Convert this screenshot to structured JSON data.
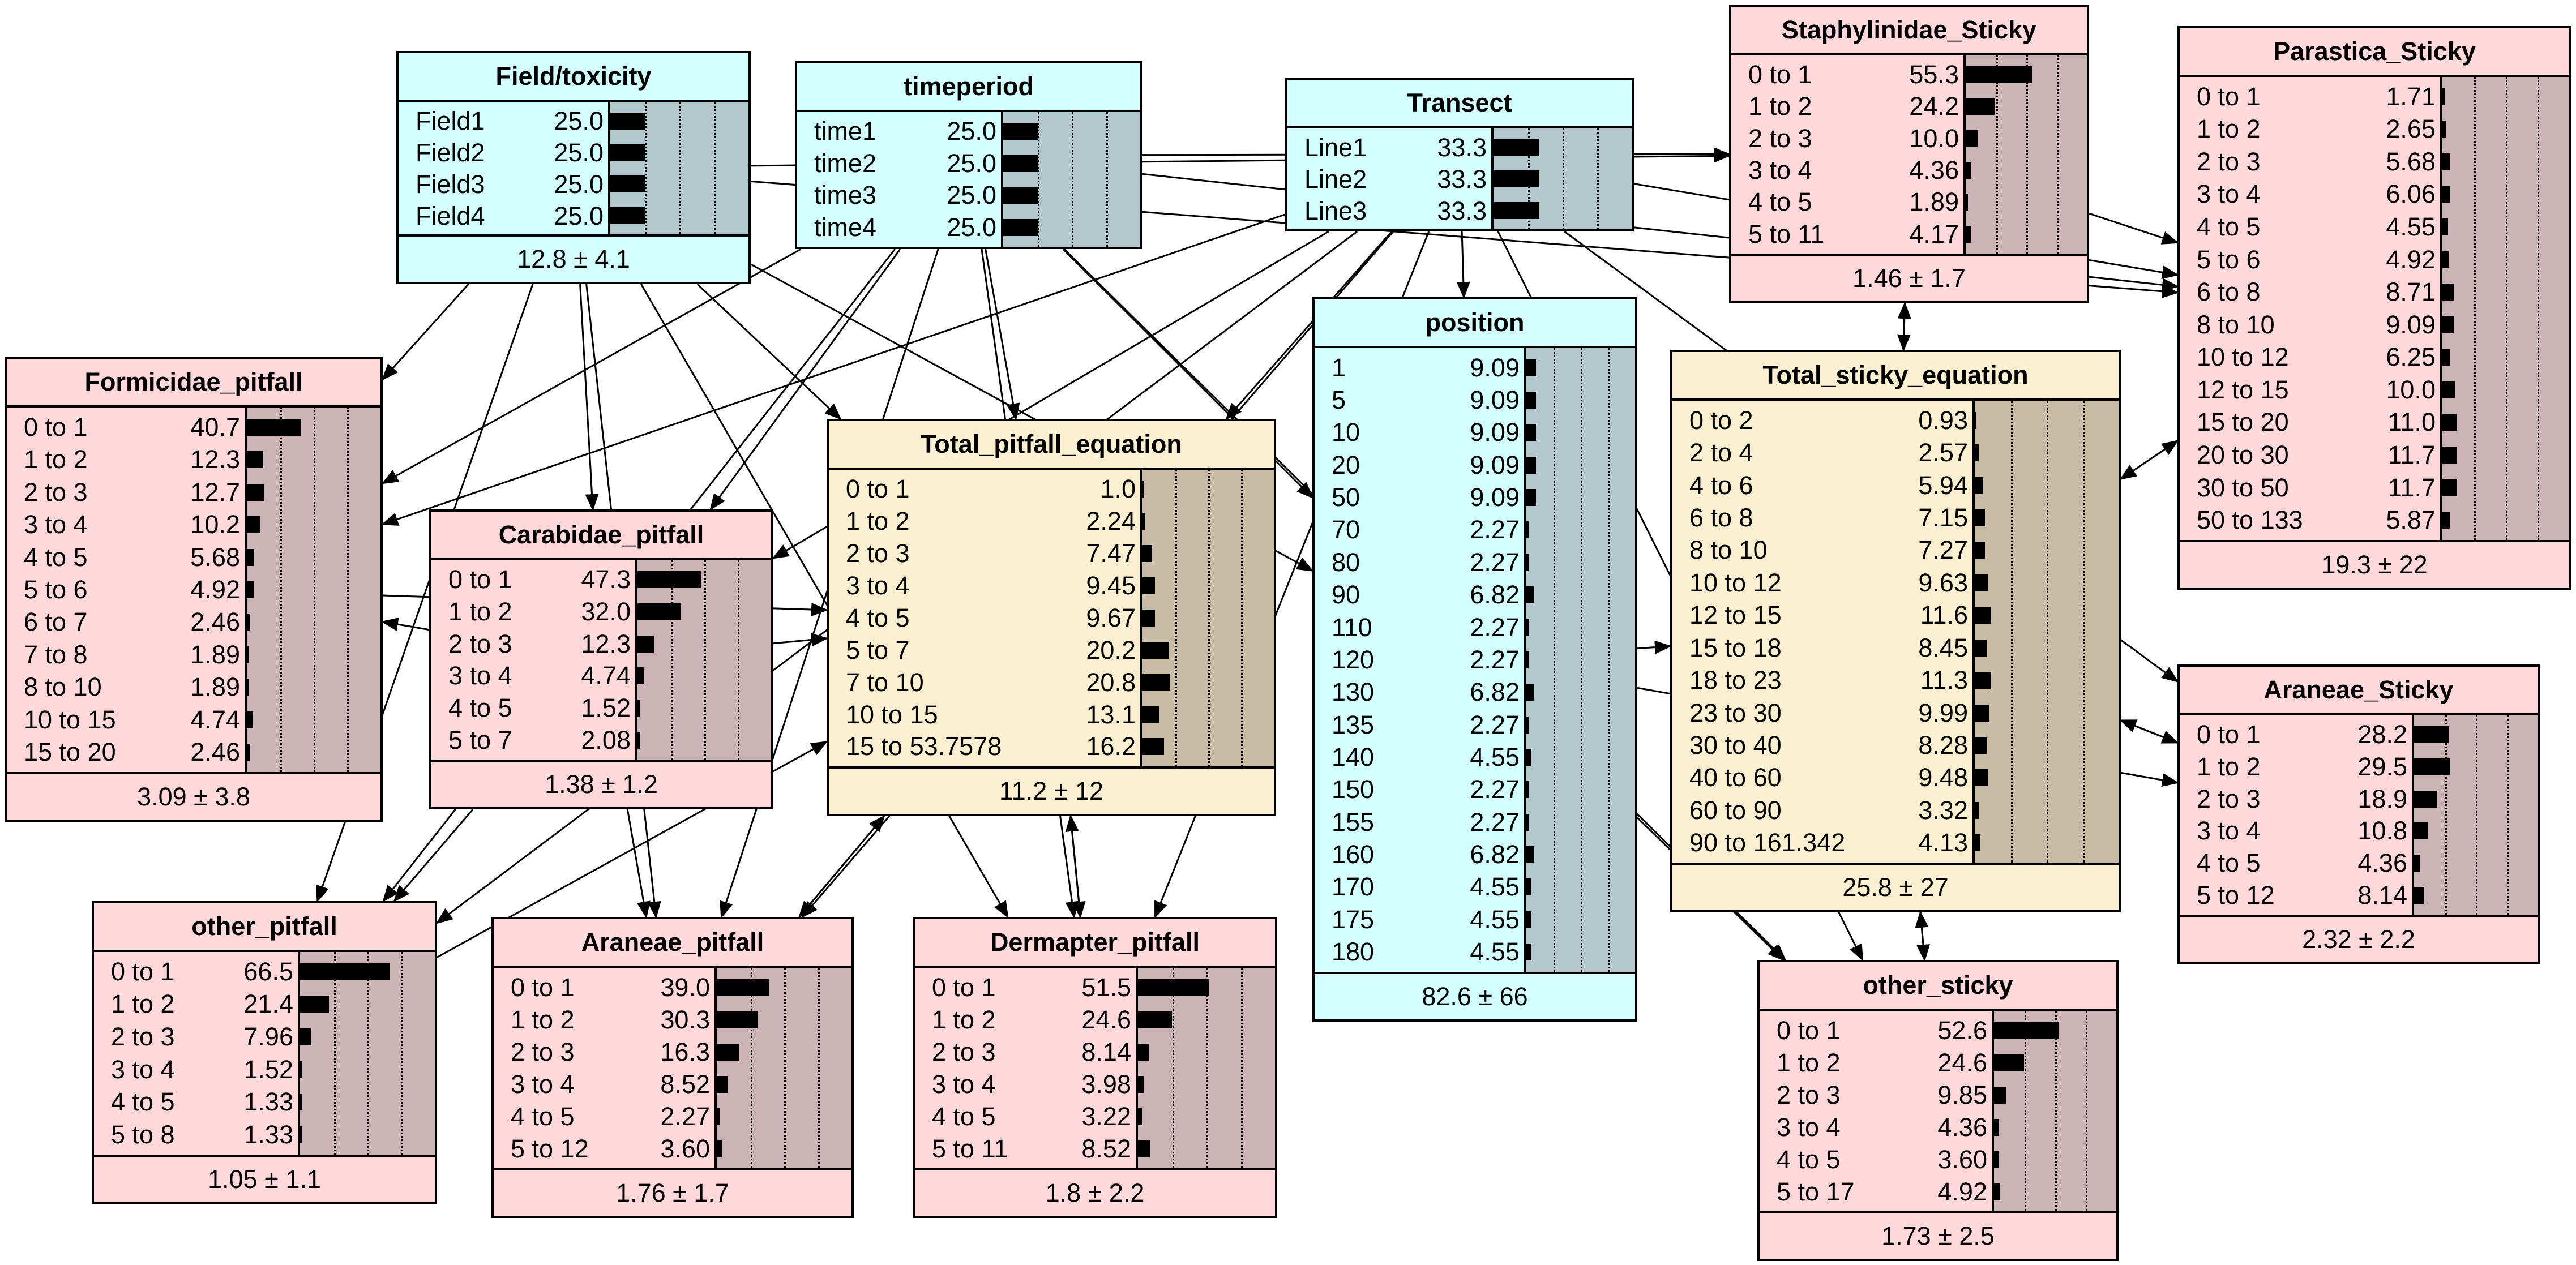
{
  "nodes": [
    {
      "id": "field",
      "title": "Field/toxicity",
      "color": "blue",
      "footer": "12.8 ± 4.1",
      "states": [
        {
          "label": "Field1",
          "value": "25.0"
        },
        {
          "label": "Field2",
          "value": "25.0"
        },
        {
          "label": "Field3",
          "value": "25.0"
        },
        {
          "label": "Field4",
          "value": "25.0"
        }
      ]
    },
    {
      "id": "timeperiod",
      "title": "timeperiod",
      "color": "blue",
      "footer": "",
      "states": [
        {
          "label": "time1",
          "value": "25.0"
        },
        {
          "label": "time2",
          "value": "25.0"
        },
        {
          "label": "time3",
          "value": "25.0"
        },
        {
          "label": "time4",
          "value": "25.0"
        }
      ]
    },
    {
      "id": "transect",
      "title": "Transect",
      "color": "blue",
      "footer": "",
      "states": [
        {
          "label": "Line1",
          "value": "33.3"
        },
        {
          "label": "Line2",
          "value": "33.3"
        },
        {
          "label": "Line3",
          "value": "33.3"
        }
      ]
    },
    {
      "id": "staphylinidae",
      "title": "Staphylinidae_Sticky",
      "color": "pink",
      "footer": "1.46 ± 1.7",
      "states": [
        {
          "label": "0 to 1",
          "value": "55.3"
        },
        {
          "label": "1 to 2",
          "value": "24.2"
        },
        {
          "label": "2 to 3",
          "value": "10.0"
        },
        {
          "label": "3 to 4",
          "value": "4.36"
        },
        {
          "label": "4 to 5",
          "value": "1.89"
        },
        {
          "label": "5 to 11",
          "value": "4.17"
        }
      ]
    },
    {
      "id": "parastica",
      "title": "Parastica_Sticky",
      "color": "pink",
      "footer": "19.3 ± 22",
      "states": [
        {
          "label": "0 to 1",
          "value": "1.71"
        },
        {
          "label": "1 to 2",
          "value": "2.65"
        },
        {
          "label": "2 to 3",
          "value": "5.68"
        },
        {
          "label": "3 to 4",
          "value": "6.06"
        },
        {
          "label": "4 to 5",
          "value": "4.55"
        },
        {
          "label": "5 to 6",
          "value": "4.92"
        },
        {
          "label": "6 to 8",
          "value": "8.71"
        },
        {
          "label": "8 to 10",
          "value": "9.09"
        },
        {
          "label": "10 to 12",
          "value": "6.25"
        },
        {
          "label": "12 to 15",
          "value": "10.0"
        },
        {
          "label": "15 to 20",
          "value": "11.0"
        },
        {
          "label": "20 to 30",
          "value": "11.7"
        },
        {
          "label": "30 to 50",
          "value": "11.7"
        },
        {
          "label": "50 to 133",
          "value": "5.87"
        }
      ]
    },
    {
      "id": "formicidae",
      "title": "Formicidae_pitfall",
      "color": "pink",
      "footer": "3.09 ± 3.8",
      "states": [
        {
          "label": "0 to 1",
          "value": "40.7"
        },
        {
          "label": "1 to 2",
          "value": "12.3"
        },
        {
          "label": "2 to 3",
          "value": "12.7"
        },
        {
          "label": "3 to 4",
          "value": "10.2"
        },
        {
          "label": "4 to 5",
          "value": "5.68"
        },
        {
          "label": "5 to 6",
          "value": "4.92"
        },
        {
          "label": "6 to 7",
          "value": "2.46"
        },
        {
          "label": "7 to 8",
          "value": "1.89"
        },
        {
          "label": "8 to 10",
          "value": "1.89"
        },
        {
          "label": "10 to 15",
          "value": "4.74"
        },
        {
          "label": "15 to 20",
          "value": "2.46"
        }
      ]
    },
    {
      "id": "carabidae",
      "title": "Carabidae_pitfall",
      "color": "pink",
      "footer": "1.38 ± 1.2",
      "states": [
        {
          "label": "0 to 1",
          "value": "47.3"
        },
        {
          "label": "1 to 2",
          "value": "32.0"
        },
        {
          "label": "2 to 3",
          "value": "12.3"
        },
        {
          "label": "3 to 4",
          "value": "4.74"
        },
        {
          "label": "4 to 5",
          "value": "1.52"
        },
        {
          "label": "5 to 7",
          "value": "2.08"
        }
      ]
    },
    {
      "id": "totalpitfall",
      "title": "Total_pitfall_equation",
      "color": "yellow",
      "footer": "11.2 ± 12",
      "states": [
        {
          "label": "0 to 1",
          "value": "1.0"
        },
        {
          "label": "1 to 2",
          "value": "2.24"
        },
        {
          "label": "2 to 3",
          "value": "7.47"
        },
        {
          "label": "3 to 4",
          "value": "9.45"
        },
        {
          "label": "4 to 5",
          "value": "9.67"
        },
        {
          "label": "5 to 7",
          "value": "20.2"
        },
        {
          "label": "7 to 10",
          "value": "20.8"
        },
        {
          "label": "10 to 15",
          "value": "13.1"
        },
        {
          "label": "15 to 53.7578",
          "value": "16.2"
        }
      ]
    },
    {
      "id": "position",
      "title": "position",
      "color": "blue",
      "footer": "82.6 ± 66",
      "states": [
        {
          "label": "1",
          "value": "9.09"
        },
        {
          "label": "5",
          "value": "9.09"
        },
        {
          "label": "10",
          "value": "9.09"
        },
        {
          "label": "20",
          "value": "9.09"
        },
        {
          "label": "50",
          "value": "9.09"
        },
        {
          "label": "70",
          "value": "2.27"
        },
        {
          "label": "80",
          "value": "2.27"
        },
        {
          "label": "90",
          "value": "6.82"
        },
        {
          "label": "110",
          "value": "2.27"
        },
        {
          "label": "120",
          "value": "2.27"
        },
        {
          "label": "130",
          "value": "6.82"
        },
        {
          "label": "135",
          "value": "2.27"
        },
        {
          "label": "140",
          "value": "4.55"
        },
        {
          "label": "150",
          "value": "2.27"
        },
        {
          "label": "155",
          "value": "2.27"
        },
        {
          "label": "160",
          "value": "6.82"
        },
        {
          "label": "170",
          "value": "4.55"
        },
        {
          "label": "175",
          "value": "4.55"
        },
        {
          "label": "180",
          "value": "4.55"
        }
      ]
    },
    {
      "id": "totalsticky",
      "title": "Total_sticky_equation",
      "color": "yellow",
      "footer": "25.8 ± 27",
      "states": [
        {
          "label": "0 to 2",
          "value": "0.93"
        },
        {
          "label": "2 to 4",
          "value": "2.57"
        },
        {
          "label": "4 to 6",
          "value": "5.94"
        },
        {
          "label": "6 to 8",
          "value": "7.15"
        },
        {
          "label": "8 to 10",
          "value": "7.27"
        },
        {
          "label": "10 to 12",
          "value": "9.63"
        },
        {
          "label": "12 to 15",
          "value": "11.6"
        },
        {
          "label": "15 to 18",
          "value": "8.45"
        },
        {
          "label": "18 to 23",
          "value": "11.3"
        },
        {
          "label": "23 to 30",
          "value": "9.99"
        },
        {
          "label": "30 to 40",
          "value": "8.28"
        },
        {
          "label": "40 to 60",
          "value": "9.48"
        },
        {
          "label": "60 to 90",
          "value": "3.32"
        },
        {
          "label": "90 to 161.342",
          "value": "4.13"
        }
      ]
    },
    {
      "id": "araneaesticky",
      "title": "Araneae_Sticky",
      "color": "pink",
      "footer": "2.32 ± 2.2",
      "states": [
        {
          "label": "0 to 1",
          "value": "28.2"
        },
        {
          "label": "1 to 2",
          "value": "29.5"
        },
        {
          "label": "2 to 3",
          "value": "18.9"
        },
        {
          "label": "3 to 4",
          "value": "10.8"
        },
        {
          "label": "4 to 5",
          "value": "4.36"
        },
        {
          "label": "5 to 12",
          "value": "8.14"
        }
      ]
    },
    {
      "id": "otherpitfall",
      "title": "other_pitfall",
      "color": "pink",
      "footer": "1.05 ± 1.1",
      "states": [
        {
          "label": "0 to 1",
          "value": "66.5"
        },
        {
          "label": "1 to 2",
          "value": "21.4"
        },
        {
          "label": "2 to 3",
          "value": "7.96"
        },
        {
          "label": "3 to 4",
          "value": "1.52"
        },
        {
          "label": "4 to 5",
          "value": "1.33"
        },
        {
          "label": "5 to 8",
          "value": "1.33"
        }
      ]
    },
    {
      "id": "araneaepitfall",
      "title": "Araneae_pitfall",
      "color": "pink",
      "footer": "1.76 ± 1.7",
      "states": [
        {
          "label": "0 to 1",
          "value": "39.0"
        },
        {
          "label": "1 to 2",
          "value": "30.3"
        },
        {
          "label": "2 to 3",
          "value": "16.3"
        },
        {
          "label": "3 to 4",
          "value": "8.52"
        },
        {
          "label": "4 to 5",
          "value": "2.27"
        },
        {
          "label": "5 to 12",
          "value": "3.60"
        }
      ]
    },
    {
      "id": "dermapter",
      "title": "Dermapter_pitfall",
      "color": "pink",
      "footer": "1.8 ± 2.2",
      "states": [
        {
          "label": "0 to 1",
          "value": "51.5"
        },
        {
          "label": "1 to 2",
          "value": "24.6"
        },
        {
          "label": "2 to 3",
          "value": "8.14"
        },
        {
          "label": "3 to 4",
          "value": "3.98"
        },
        {
          "label": "4 to 5",
          "value": "3.22"
        },
        {
          "label": "5 to 11",
          "value": "8.52"
        }
      ]
    },
    {
      "id": "othersticky",
      "title": "other_sticky",
      "color": "pink",
      "footer": "1.73 ± 2.5",
      "states": [
        {
          "label": "0 to 1",
          "value": "52.6"
        },
        {
          "label": "1 to 2",
          "value": "24.6"
        },
        {
          "label": "2 to 3",
          "value": "9.85"
        },
        {
          "label": "3 to 4",
          "value": "4.36"
        },
        {
          "label": "4 to 5",
          "value": "3.60"
        },
        {
          "label": "5 to 17",
          "value": "4.92"
        }
      ]
    }
  ],
  "edges": [
    [
      "field",
      "formicidae"
    ],
    [
      "field",
      "carabidae"
    ],
    [
      "field",
      "otherpitfall"
    ],
    [
      "field",
      "araneaepitfall"
    ],
    [
      "field",
      "dermapter"
    ],
    [
      "field",
      "totalpitfall"
    ],
    [
      "field",
      "staphylinidae"
    ],
    [
      "field",
      "parastica"
    ],
    [
      "field",
      "position"
    ],
    [
      "timeperiod",
      "formicidae"
    ],
    [
      "timeperiod",
      "carabidae"
    ],
    [
      "timeperiod",
      "totalpitfall"
    ],
    [
      "timeperiod",
      "otherpitfall"
    ],
    [
      "timeperiod",
      "araneaepitfall"
    ],
    [
      "timeperiod",
      "dermapter"
    ],
    [
      "timeperiod",
      "staphylinidae"
    ],
    [
      "timeperiod",
      "parastica"
    ],
    [
      "timeperiod",
      "position"
    ],
    [
      "timeperiod",
      "othersticky"
    ],
    [
      "transect",
      "staphylinidae"
    ],
    [
      "transect",
      "parastica"
    ],
    [
      "transect",
      "totalpitfall"
    ],
    [
      "transect",
      "carabidae"
    ],
    [
      "transect",
      "formicidae"
    ],
    [
      "transect",
      "araneaesticky"
    ],
    [
      "transect",
      "othersticky"
    ],
    [
      "transect",
      "dermapter"
    ],
    [
      "transect",
      "araneaepitfall"
    ],
    [
      "transect",
      "otherpitfall"
    ],
    [
      "transect",
      "position"
    ],
    [
      "position",
      "othersticky"
    ],
    [
      "position",
      "totalsticky"
    ],
    [
      "position",
      "araneaesticky"
    ],
    [
      "carabidae",
      "formicidae"
    ],
    [
      "carabidae",
      "totalpitfall"
    ],
    [
      "carabidae",
      "araneaepitfall"
    ],
    [
      "carabidae",
      "otherpitfall"
    ],
    [
      "formicidae",
      "totalpitfall"
    ],
    [
      "otherpitfall",
      "totalpitfall"
    ],
    [
      "araneaepitfall",
      "totalpitfall"
    ],
    [
      "dermapter",
      "totalpitfall"
    ],
    [
      "totalpitfall",
      "dermapter"
    ],
    [
      "totalpitfall",
      "araneaepitfall"
    ],
    [
      "staphylinidae",
      "totalsticky"
    ],
    [
      "totalsticky",
      "staphylinidae"
    ],
    [
      "parastica",
      "totalsticky"
    ],
    [
      "totalsticky",
      "parastica"
    ],
    [
      "totalsticky",
      "araneaesticky"
    ],
    [
      "araneaesticky",
      "totalsticky"
    ],
    [
      "totalsticky",
      "othersticky"
    ],
    [
      "othersticky",
      "totalsticky"
    ],
    [
      "staphylinidae",
      "parastica"
    ]
  ]
}
